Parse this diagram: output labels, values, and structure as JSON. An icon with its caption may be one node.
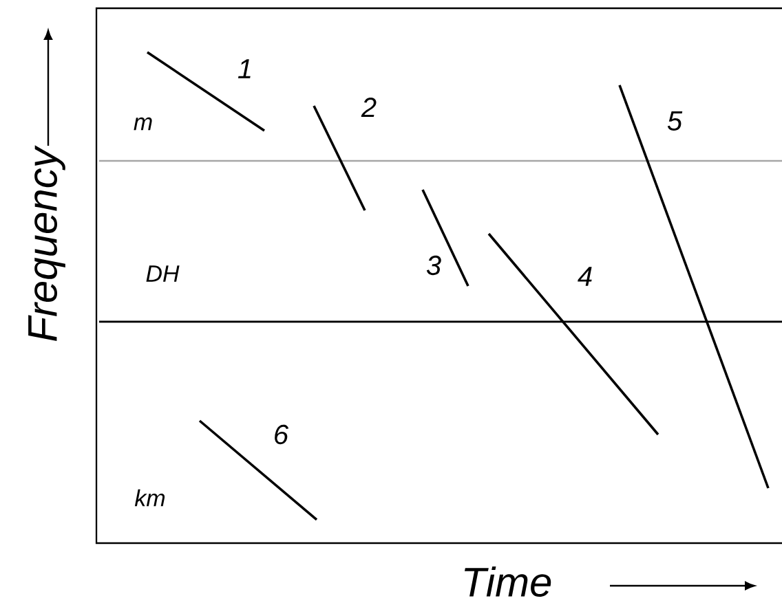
{
  "diagram": {
    "labels": [
      "1",
      "2",
      "m",
      "5",
      "3",
      "DH",
      "4",
      "6",
      "km",
      "Frequency",
      "Time"
    ]
  }
}
